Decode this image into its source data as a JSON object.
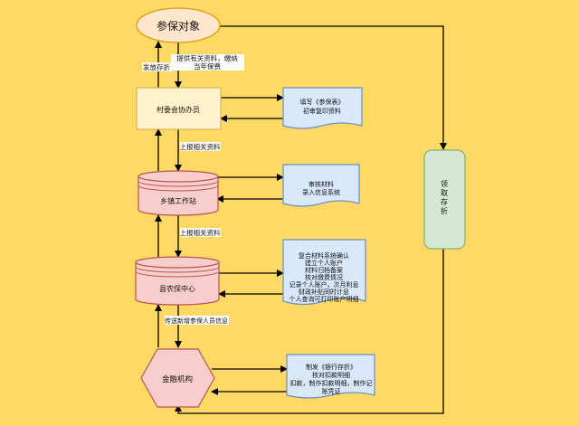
{
  "nodes": {
    "insured": "参保对象",
    "village": "村委会协办员",
    "township": "乡镇工作站",
    "county": "县农保中心",
    "bank": "金融机构",
    "collect": "领取存折"
  },
  "docs": {
    "doc1": [
      "填写《参保表》",
      "初审复印资料"
    ],
    "doc2": [
      "审核材料",
      "录入信息系统"
    ],
    "doc3": [
      "复合材料系统确认",
      "建立个人账户",
      "材料归档备案",
      "核对缴费情况",
      "记录个人账户，次月利息",
      "财政补贴同时计息",
      "个人查询可打印账户明细"
    ],
    "doc4": [
      "制发《银行存折》",
      "核对扣款明细",
      "扣款，制作扣款明细，制作记",
      "账凭证"
    ]
  },
  "edges": {
    "provide": [
      "提供有关资料，缴纳",
      "当年保费"
    ],
    "passbook": "发放存折",
    "report1": "上报相关资料",
    "report2": "上报相关资料",
    "transmit": "传送新增参保人员信息"
  },
  "colors": {
    "ellipse_fill": "#ffe6cc",
    "ellipse_stroke": "#d79b00",
    "village_fill": "#fff2cc",
    "village_stroke": "#d6b656",
    "pink_fill": "#f8cecc",
    "pink_stroke": "#b85450",
    "doc_fill": "#dae8fc",
    "doc_stroke": "#6c8ebf",
    "green_fill": "#d5e8d4",
    "green_stroke": "#82b366",
    "line": "#000000",
    "background": "#ffd966"
  }
}
